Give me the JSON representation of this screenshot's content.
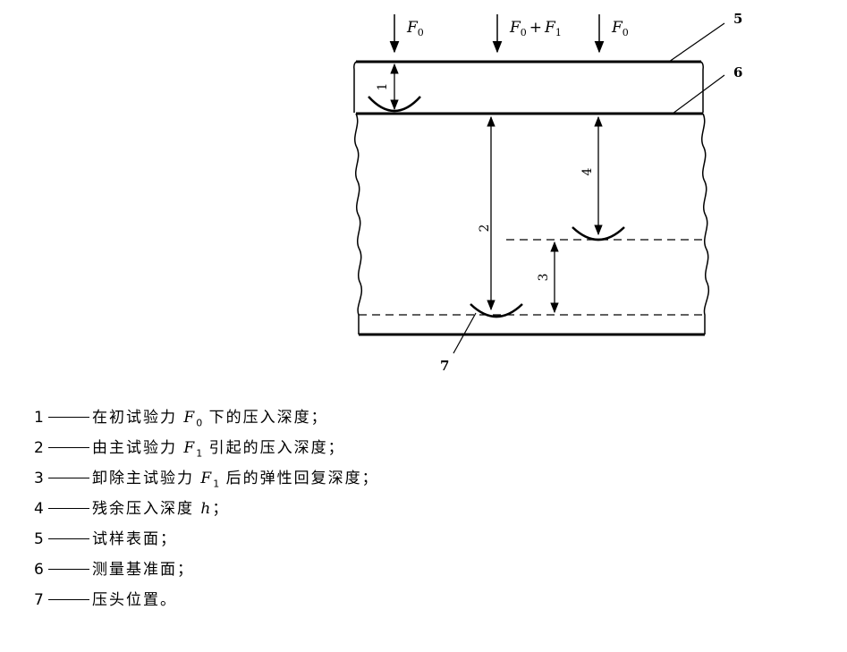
{
  "diagram": {
    "force_labels": {
      "left": {
        "base": "F",
        "sub": "0"
      },
      "middle": {
        "base": "F",
        "sub": "0",
        "op": "+",
        "base2": "F",
        "sub2": "1"
      },
      "right": {
        "base": "F",
        "sub": "0"
      }
    },
    "callouts": [
      "5",
      "6",
      "7"
    ],
    "dimension_labels": [
      "1",
      "2",
      "3",
      "4"
    ]
  },
  "legend": [
    {
      "num": "1",
      "pre": "在初试验力 ",
      "var": "F",
      "sub": "0",
      "post": " 下的压入深度；"
    },
    {
      "num": "2",
      "pre": "由主试验力 ",
      "var": "F",
      "sub": "1",
      "post": " 引起的压入深度；"
    },
    {
      "num": "3",
      "pre": "卸除主试验力 ",
      "var": "F",
      "sub": "1",
      "post": " 后的弹性回复深度；"
    },
    {
      "num": "4",
      "pre": "残余压入深度 ",
      "var": "h",
      "sub": "",
      "post": "；"
    },
    {
      "num": "5",
      "pre": "试样表面；",
      "var": "",
      "sub": "",
      "post": ""
    },
    {
      "num": "6",
      "pre": "测量基准面；",
      "var": "",
      "sub": "",
      "post": ""
    },
    {
      "num": "7",
      "pre": "压头位置。",
      "var": "",
      "sub": "",
      "post": ""
    }
  ]
}
